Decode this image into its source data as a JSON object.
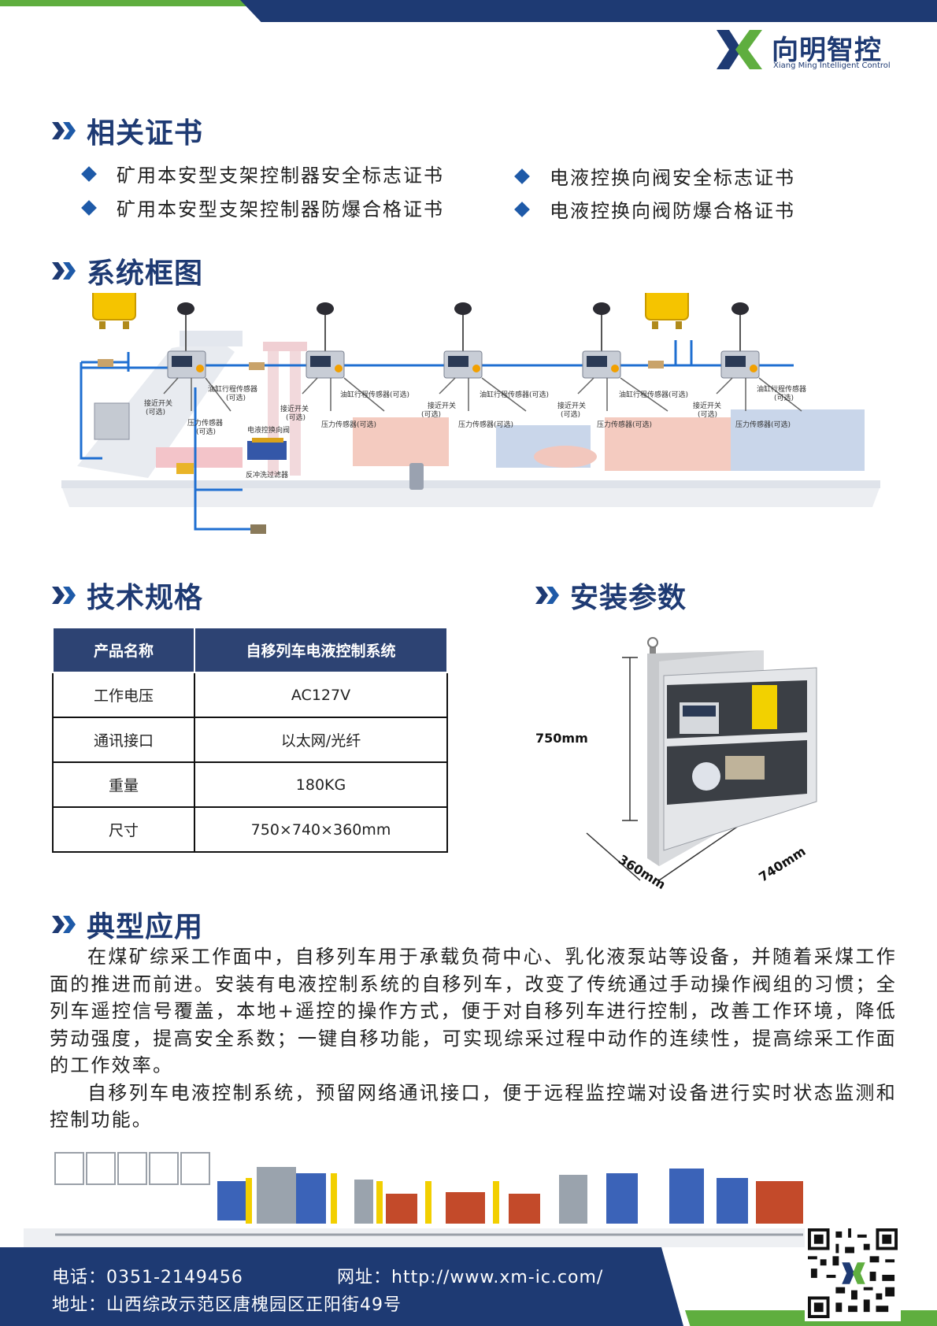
{
  "brand": {
    "name_cn": "向明智控",
    "name_en": "Xiang Ming Intelligent Control",
    "colors": {
      "navy": "#1e3a73",
      "green": "#5fae3f",
      "accent_blue": "#1e5aa8"
    }
  },
  "certificates": {
    "title": "相关证书",
    "items": [
      "矿用本安型支架控制器安全标志证书",
      "矿用本安型支架控制器防爆合格证书",
      "电液控换向阀安全标志证书",
      "电液控换向阀防爆合格证书"
    ]
  },
  "system_diagram": {
    "title": "系统框图",
    "labels": {
      "proximity_switch": "接近开关",
      "optional": "(可选)",
      "cylinder_travel_sensor": "油缸行程传感器",
      "cylinder_travel_sensor_opt": "油缸行程传感器(可选)",
      "pressure_sensor": "压力传感器",
      "pressure_sensor_opt": "压力传感器(可选)",
      "solenoid_valve": "电液控换向阀",
      "backflush_filter": "反冲洗过滤器"
    }
  },
  "tech_specs": {
    "title": "技术规格",
    "header": {
      "col1": "产品名称",
      "col2": "自移列车电液控制系统"
    },
    "rows": [
      {
        "name": "工作电压",
        "value": "AC127V"
      },
      {
        "name": "通讯接口",
        "value": "以太网/光纤"
      },
      {
        "name": "重量",
        "value": "180KG"
      },
      {
        "name": "尺寸",
        "value": "750×740×360mm"
      }
    ]
  },
  "install_params": {
    "title": "安装参数",
    "height": "750mm",
    "depth": "360mm",
    "width": "740mm"
  },
  "application": {
    "title": "典型应用",
    "paragraphs": [
      "在煤矿综采工作面中，自移列车用于承载负荷中心、乳化液泵站等设备，并随着采煤工作面的推进而前进。安装有电液控制系统的自移列车，改变了传统通过手动操作阀组的习惯；全列车遥控信号覆盖，本地+遥控的操作方式，便于对自移列车进行控制，改善工作环境，降低劳动强度，提高安全系数；一键自移功能，可实现综采过程中动作的连续性，提高综采工作面的工作效率。",
      "自移列车电液控制系统，预留网络通讯接口，便于远程监控端对设备进行实时状态监测和控制功能。"
    ]
  },
  "footer": {
    "phone": "电话：0351-2149456",
    "website": "网址：http://www.xm-ic.com/",
    "address": "地址：山西综改示范区唐槐园区正阳街49号"
  }
}
